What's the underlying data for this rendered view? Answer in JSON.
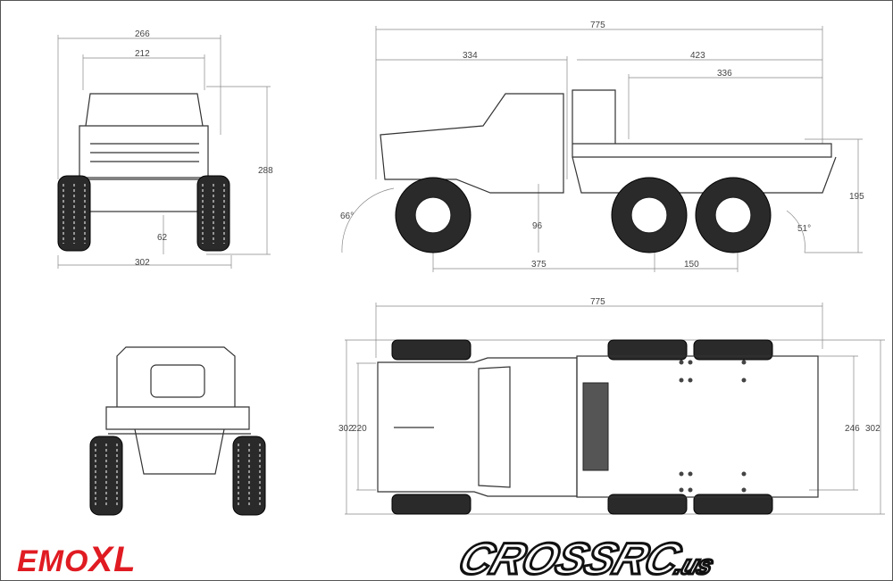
{
  "front_view": {
    "overall_width": "266",
    "body_width": "212",
    "height": "288",
    "ground_clearance": "62",
    "track_width": "302"
  },
  "side_view": {
    "overall_length": "775",
    "cab_length": "334",
    "rear_length": "423",
    "bed_length": "336",
    "approach_angle": "66°",
    "departure_angle": "51°",
    "ground_clearance": "96",
    "bed_height": "195",
    "wheelbase_front": "375",
    "wheelbase_rear": "150"
  },
  "top_view": {
    "overall_length": "775",
    "front_overall_width": "302",
    "front_body_width": "220",
    "rear_body_width": "246",
    "rear_overall_width": "302"
  },
  "logos": {
    "left_brand": "EMO",
    "left_brand_suffix": "XL",
    "right_brand": "CROSSRC",
    "right_brand_suffix": ".us"
  },
  "colors": {
    "brand_red": "#e01b22",
    "line": "#333333"
  }
}
